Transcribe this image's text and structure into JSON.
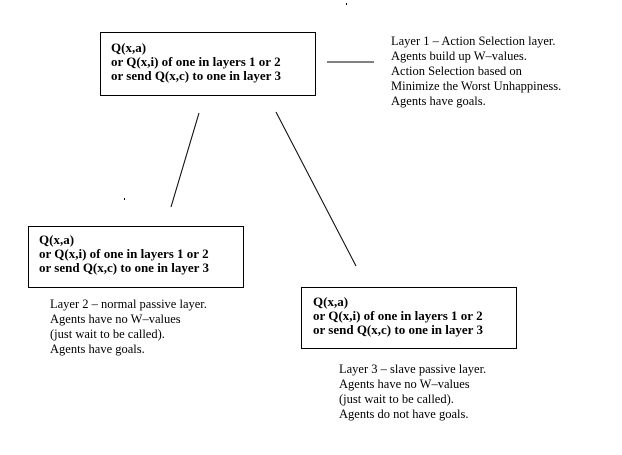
{
  "layers": [
    {
      "box_lines": [
        "Q(x,a)",
        "or Q(x,i) of one in layers 1 or 2",
        "or send Q(x,c) to one in layer 3"
      ],
      "description": [
        "Layer 1 – Action Selection layer.",
        "Agents build up W–values.",
        "Action Selection based on",
        "Minimize the Worst Unhappiness.",
        "Agents have goals."
      ]
    },
    {
      "box_lines": [
        "Q(x,a)",
        "or Q(x,i) of one in layers 1 or 2",
        "or send Q(x,c) to one in layer 3"
      ],
      "description": [
        "Layer 2 – normal passive layer.",
        "Agents have no W–values",
        "(just wait to be called).",
        "Agents have goals."
      ]
    },
    {
      "box_lines": [
        "Q(x,a)",
        "or Q(x,i) of one in layers 1 or 2",
        "or send Q(x,c) to one in layer 3"
      ],
      "description": [
        "Layer 3 – slave passive layer.",
        "Agents have no W–values",
        "(just wait to be called).",
        "Agents do not have goals."
      ]
    }
  ],
  "colors": {
    "line": "#000000",
    "background": "#ffffff"
  }
}
